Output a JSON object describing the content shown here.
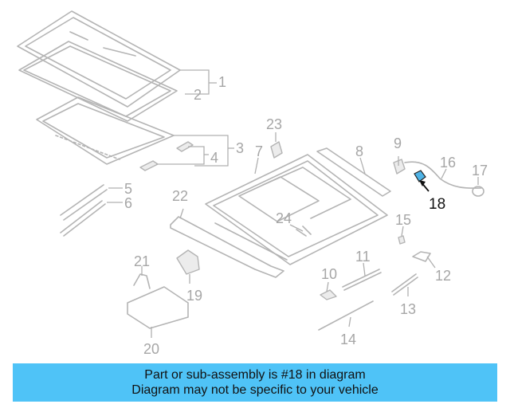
{
  "caption": {
    "line1": "Part or sub-assembly is #18 in diagram",
    "line2": "Diagram may not be specific to your vehicle"
  },
  "diagram": {
    "highlight_part": "18",
    "callouts": {
      "n1": "1",
      "n2": "2",
      "n3": "3",
      "n4": "4",
      "n5": "5",
      "n6": "6",
      "n7": "7",
      "n8": "8",
      "n9": "9",
      "n10": "10",
      "n11": "11",
      "n12": "12",
      "n13": "13",
      "n14": "14",
      "n15": "15",
      "n16": "16",
      "n17": "17",
      "n18": "18",
      "n19": "19",
      "n20": "20",
      "n21": "21",
      "n22": "22",
      "n23": "23",
      "n24": "24"
    }
  },
  "colors": {
    "caption_bg": "#4fc3f7",
    "highlight": "#4fb3e6",
    "part_stroke": "#b4b4b4"
  }
}
